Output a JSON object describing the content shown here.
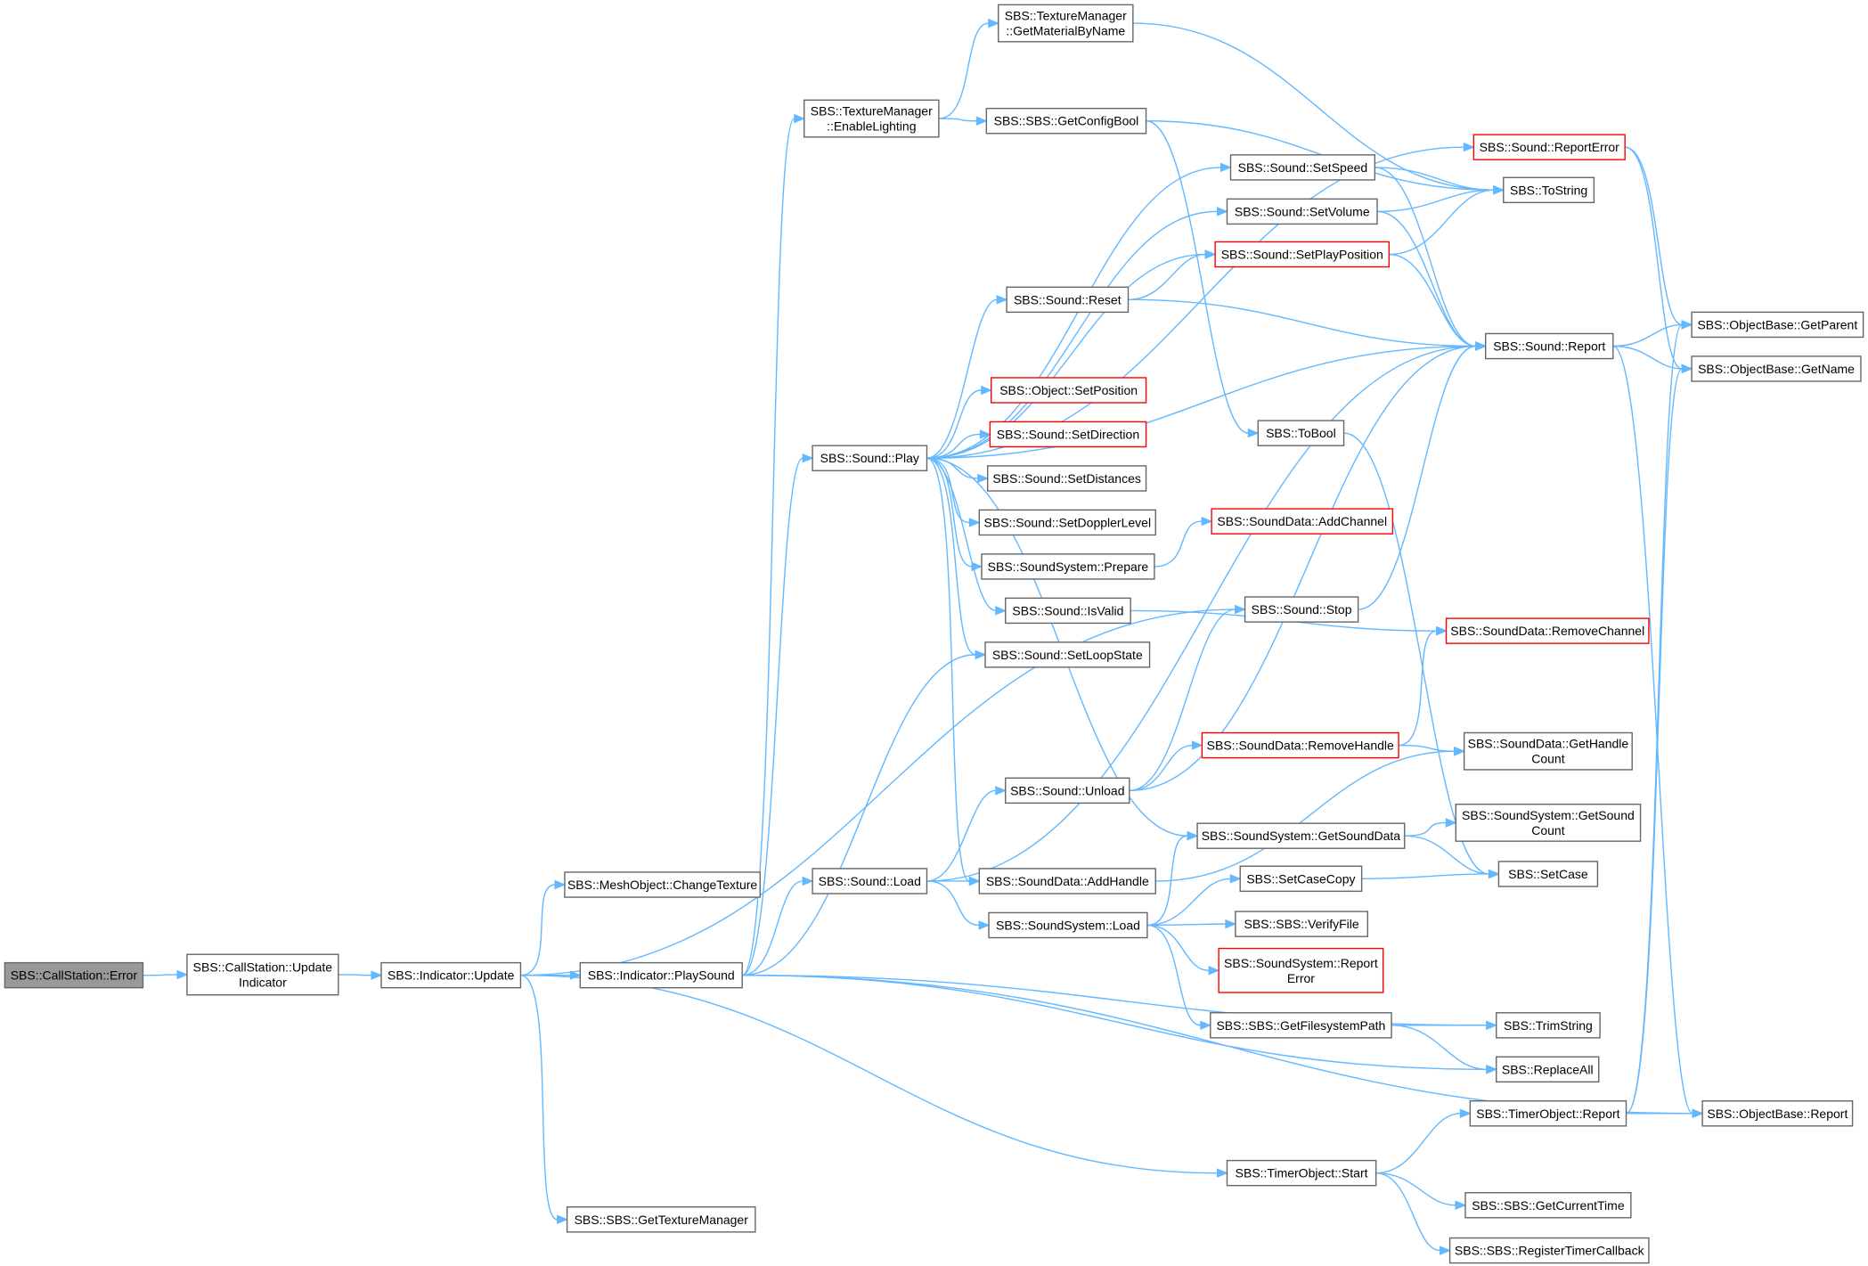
{
  "diagram": {
    "colors": {
      "edge": "#63b8ff",
      "node_border": "#666666",
      "node_border_highlight": "#ff0000",
      "root_fill": "#999999",
      "node_fill": "#ffffff"
    },
    "nodes": [
      {
        "id": "n_error",
        "lines": [
          "SBS::CallStation::Error"
        ],
        "style": "root"
      },
      {
        "id": "n_updind",
        "lines": [
          "SBS::CallStation::Update",
          "Indicator"
        ],
        "style": "normal"
      },
      {
        "id": "n_indupd",
        "lines": [
          "SBS::Indicator::Update"
        ],
        "style": "normal"
      },
      {
        "id": "n_changetex",
        "lines": [
          "SBS::MeshObject::ChangeTexture"
        ],
        "style": "normal"
      },
      {
        "id": "n_playsound",
        "lines": [
          "SBS::Indicator::PlaySound"
        ],
        "style": "normal"
      },
      {
        "id": "n_gettexmgr",
        "lines": [
          "SBS::SBS::GetTextureManager"
        ],
        "style": "normal"
      },
      {
        "id": "n_enablelight",
        "lines": [
          "SBS::TextureManager",
          "::EnableLighting"
        ],
        "style": "normal"
      },
      {
        "id": "n_getmat",
        "lines": [
          "SBS::TextureManager",
          "::GetMaterialByName"
        ],
        "style": "normal"
      },
      {
        "id": "n_soundplay",
        "lines": [
          "SBS::Sound::Play"
        ],
        "style": "normal"
      },
      {
        "id": "n_soundload",
        "lines": [
          "SBS::Sound::Load"
        ],
        "style": "normal"
      },
      {
        "id": "n_getcfgbool",
        "lines": [
          "SBS::SBS::GetConfigBool"
        ],
        "style": "normal"
      },
      {
        "id": "n_setspeed",
        "lines": [
          "SBS::Sound::SetSpeed"
        ],
        "style": "normal"
      },
      {
        "id": "n_setvolume",
        "lines": [
          "SBS::Sound::SetVolume"
        ],
        "style": "normal"
      },
      {
        "id": "n_setplaypos",
        "lines": [
          "SBS::Sound::SetPlayPosition"
        ],
        "style": "red"
      },
      {
        "id": "n_reset",
        "lines": [
          "SBS::Sound::Reset"
        ],
        "style": "normal"
      },
      {
        "id": "n_objsetpos",
        "lines": [
          "SBS::Object::SetPosition"
        ],
        "style": "red"
      },
      {
        "id": "n_setdir",
        "lines": [
          "SBS::Sound::SetDirection"
        ],
        "style": "red"
      },
      {
        "id": "n_setdist",
        "lines": [
          "SBS::Sound::SetDistances"
        ],
        "style": "normal"
      },
      {
        "id": "n_setdoppler",
        "lines": [
          "SBS::Sound::SetDopplerLevel"
        ],
        "style": "normal"
      },
      {
        "id": "n_ssprepare",
        "lines": [
          "SBS::SoundSystem::Prepare"
        ],
        "style": "normal"
      },
      {
        "id": "n_isvalid",
        "lines": [
          "SBS::Sound::IsValid"
        ],
        "style": "normal"
      },
      {
        "id": "n_setloop",
        "lines": [
          "SBS::Sound::SetLoopState"
        ],
        "style": "normal"
      },
      {
        "id": "n_unload",
        "lines": [
          "SBS::Sound::Unload"
        ],
        "style": "normal"
      },
      {
        "id": "n_addhandle",
        "lines": [
          "SBS::SoundData::AddHandle"
        ],
        "style": "normal"
      },
      {
        "id": "n_ssload",
        "lines": [
          "SBS::SoundSystem::Load"
        ],
        "style": "normal"
      },
      {
        "id": "n_tobool",
        "lines": [
          "SBS::ToBool"
        ],
        "style": "normal"
      },
      {
        "id": "n_addchannel",
        "lines": [
          "SBS::SoundData::AddChannel"
        ],
        "style": "red"
      },
      {
        "id": "n_stop",
        "lines": [
          "SBS::Sound::Stop"
        ],
        "style": "normal"
      },
      {
        "id": "n_removehandle",
        "lines": [
          "SBS::SoundData::RemoveHandle"
        ],
        "style": "red"
      },
      {
        "id": "n_getsounddata",
        "lines": [
          "SBS::SoundSystem::GetSoundData"
        ],
        "style": "normal"
      },
      {
        "id": "n_setcasecopy",
        "lines": [
          "SBS::SetCaseCopy"
        ],
        "style": "normal"
      },
      {
        "id": "n_verifyfile",
        "lines": [
          "SBS::SBS::VerifyFile"
        ],
        "style": "normal"
      },
      {
        "id": "n_ssreporterr",
        "lines": [
          "SBS::SoundSystem::Report",
          "Error"
        ],
        "style": "red"
      },
      {
        "id": "n_getfspath",
        "lines": [
          "SBS::SBS::GetFilesystemPath"
        ],
        "style": "normal"
      },
      {
        "id": "n_timerstart",
        "lines": [
          "SBS::TimerObject::Start"
        ],
        "style": "normal"
      },
      {
        "id": "n_reporterror",
        "lines": [
          "SBS::Sound::ReportError"
        ],
        "style": "red"
      },
      {
        "id": "n_tostring",
        "lines": [
          "SBS::ToString"
        ],
        "style": "normal"
      },
      {
        "id": "n_soundreport",
        "lines": [
          "SBS::Sound::Report"
        ],
        "style": "normal"
      },
      {
        "id": "n_removechannel",
        "lines": [
          "SBS::SoundData::RemoveChannel"
        ],
        "style": "red"
      },
      {
        "id": "n_gethandlecount",
        "lines": [
          "SBS::SoundData::GetHandle",
          "Count"
        ],
        "style": "normal"
      },
      {
        "id": "n_getsoundcount",
        "lines": [
          "SBS::SoundSystem::GetSound",
          "Count"
        ],
        "style": "normal"
      },
      {
        "id": "n_setcase",
        "lines": [
          "SBS::SetCase"
        ],
        "style": "normal"
      },
      {
        "id": "n_trimstring",
        "lines": [
          "SBS::TrimString"
        ],
        "style": "normal"
      },
      {
        "id": "n_replaceall",
        "lines": [
          "SBS::ReplaceAll"
        ],
        "style": "normal"
      },
      {
        "id": "n_timerreport",
        "lines": [
          "SBS::TimerObject::Report"
        ],
        "style": "normal"
      },
      {
        "id": "n_getcurtime",
        "lines": [
          "SBS::SBS::GetCurrentTime"
        ],
        "style": "normal"
      },
      {
        "id": "n_regtimer",
        "lines": [
          "SBS::SBS::RegisterTimerCallback"
        ],
        "style": "normal"
      },
      {
        "id": "n_getparent",
        "lines": [
          "SBS::ObjectBase::GetParent"
        ],
        "style": "normal"
      },
      {
        "id": "n_getname",
        "lines": [
          "SBS::ObjectBase::GetName"
        ],
        "style": "normal"
      },
      {
        "id": "n_objreport",
        "lines": [
          "SBS::ObjectBase::Report"
        ],
        "style": "normal"
      }
    ],
    "edges": [
      [
        "n_error",
        "n_updind"
      ],
      [
        "n_updind",
        "n_indupd"
      ],
      [
        "n_indupd",
        "n_changetex"
      ],
      [
        "n_indupd",
        "n_playsound"
      ],
      [
        "n_indupd",
        "n_gettexmgr"
      ],
      [
        "n_indupd",
        "n_stop"
      ],
      [
        "n_indupd",
        "n_timerstart"
      ],
      [
        "n_playsound",
        "n_enablelight"
      ],
      [
        "n_playsound",
        "n_soundplay"
      ],
      [
        "n_playsound",
        "n_soundload"
      ],
      [
        "n_playsound",
        "n_setloop"
      ],
      [
        "n_playsound",
        "n_trimstring"
      ],
      [
        "n_playsound",
        "n_replaceall"
      ],
      [
        "n_playsound",
        "n_objreport"
      ],
      [
        "n_enablelight",
        "n_getmat"
      ],
      [
        "n_enablelight",
        "n_getcfgbool"
      ],
      [
        "n_getmat",
        "n_tostring"
      ],
      [
        "n_getcfgbool",
        "n_tostring"
      ],
      [
        "n_getcfgbool",
        "n_tobool"
      ],
      [
        "n_soundplay",
        "n_reporterror"
      ],
      [
        "n_soundplay",
        "n_setspeed"
      ],
      [
        "n_soundplay",
        "n_setvolume"
      ],
      [
        "n_soundplay",
        "n_setplaypos"
      ],
      [
        "n_soundplay",
        "n_reset"
      ],
      [
        "n_soundplay",
        "n_soundreport"
      ],
      [
        "n_soundplay",
        "n_objsetpos"
      ],
      [
        "n_soundplay",
        "n_setdir"
      ],
      [
        "n_soundplay",
        "n_setdist"
      ],
      [
        "n_soundplay",
        "n_setdoppler"
      ],
      [
        "n_soundplay",
        "n_ssprepare"
      ],
      [
        "n_soundplay",
        "n_isvalid"
      ],
      [
        "n_soundplay",
        "n_setloop"
      ],
      [
        "n_soundplay",
        "n_addhandle"
      ],
      [
        "n_soundplay",
        "n_getsounddata"
      ],
      [
        "n_setspeed",
        "n_tostring"
      ],
      [
        "n_setspeed",
        "n_soundreport"
      ],
      [
        "n_setvolume",
        "n_tostring"
      ],
      [
        "n_setvolume",
        "n_soundreport"
      ],
      [
        "n_setplaypos",
        "n_tostring"
      ],
      [
        "n_setplaypos",
        "n_soundreport"
      ],
      [
        "n_reset",
        "n_setplaypos"
      ],
      [
        "n_reset",
        "n_soundreport"
      ],
      [
        "n_ssprepare",
        "n_addchannel"
      ],
      [
        "n_isvalid",
        "n_removechannel"
      ],
      [
        "n_soundload",
        "n_unload"
      ],
      [
        "n_soundload",
        "n_addhandle"
      ],
      [
        "n_soundload",
        "n_ssload"
      ],
      [
        "n_soundload",
        "n_soundreport"
      ],
      [
        "n_unload",
        "n_stop"
      ],
      [
        "n_unload",
        "n_removehandle"
      ],
      [
        "n_unload",
        "n_soundreport"
      ],
      [
        "n_stop",
        "n_soundreport"
      ],
      [
        "n_removehandle",
        "n_removechannel"
      ],
      [
        "n_removehandle",
        "n_gethandlecount"
      ],
      [
        "n_addhandle",
        "n_gethandlecount"
      ],
      [
        "n_getsounddata",
        "n_getsoundcount"
      ],
      [
        "n_getsounddata",
        "n_setcase"
      ],
      [
        "n_ssload",
        "n_getsounddata"
      ],
      [
        "n_ssload",
        "n_setcasecopy"
      ],
      [
        "n_ssload",
        "n_verifyfile"
      ],
      [
        "n_ssload",
        "n_ssreporterr"
      ],
      [
        "n_ssload",
        "n_getfspath"
      ],
      [
        "n_setcasecopy",
        "n_setcase"
      ],
      [
        "n_tobool",
        "n_setcase"
      ],
      [
        "n_getfspath",
        "n_trimstring"
      ],
      [
        "n_getfspath",
        "n_replaceall"
      ],
      [
        "n_timerstart",
        "n_timerreport"
      ],
      [
        "n_timerstart",
        "n_getcurtime"
      ],
      [
        "n_timerstart",
        "n_regtimer"
      ],
      [
        "n_reporterror",
        "n_getparent"
      ],
      [
        "n_reporterror",
        "n_getname"
      ],
      [
        "n_soundreport",
        "n_getparent"
      ],
      [
        "n_soundreport",
        "n_getname"
      ],
      [
        "n_soundreport",
        "n_objreport"
      ],
      [
        "n_timerreport",
        "n_getparent"
      ],
      [
        "n_timerreport",
        "n_getname"
      ],
      [
        "n_timerreport",
        "n_objreport"
      ]
    ]
  }
}
